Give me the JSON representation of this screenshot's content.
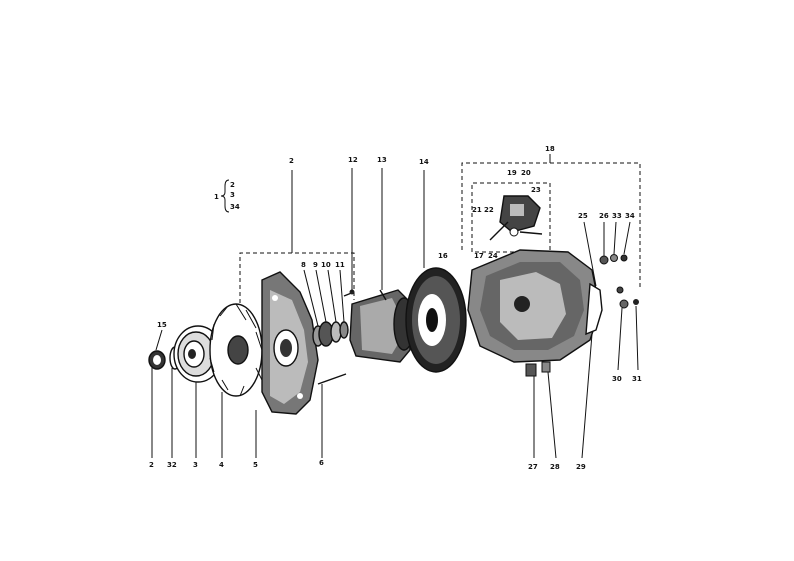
{
  "diagram": {
    "background": "#ffffff",
    "ink": "#111111",
    "labels": {
      "l2_top": "2",
      "l12": "12",
      "l13": "13",
      "l14": "14",
      "l18": "18",
      "l19": "19",
      "l20": "20",
      "l23": "23",
      "l21": "21",
      "l22": "22",
      "l17": "17",
      "l24": "24",
      "l16": "16",
      "l25": "25",
      "l26": "26",
      "l33": "33",
      "l34": "34",
      "l8": "8",
      "l9": "9",
      "l10": "10",
      "l11": "11",
      "l15": "15",
      "l2_bottom": "2",
      "l32": "32",
      "l3": "3",
      "l4": "4",
      "l5": "5",
      "l6": "6",
      "l27": "27",
      "l28": "28",
      "l29": "29",
      "l30": "30",
      "l31": "31",
      "legend_main": "1",
      "legend_a": "2",
      "legend_b": "3",
      "legend_c": "34"
    }
  }
}
